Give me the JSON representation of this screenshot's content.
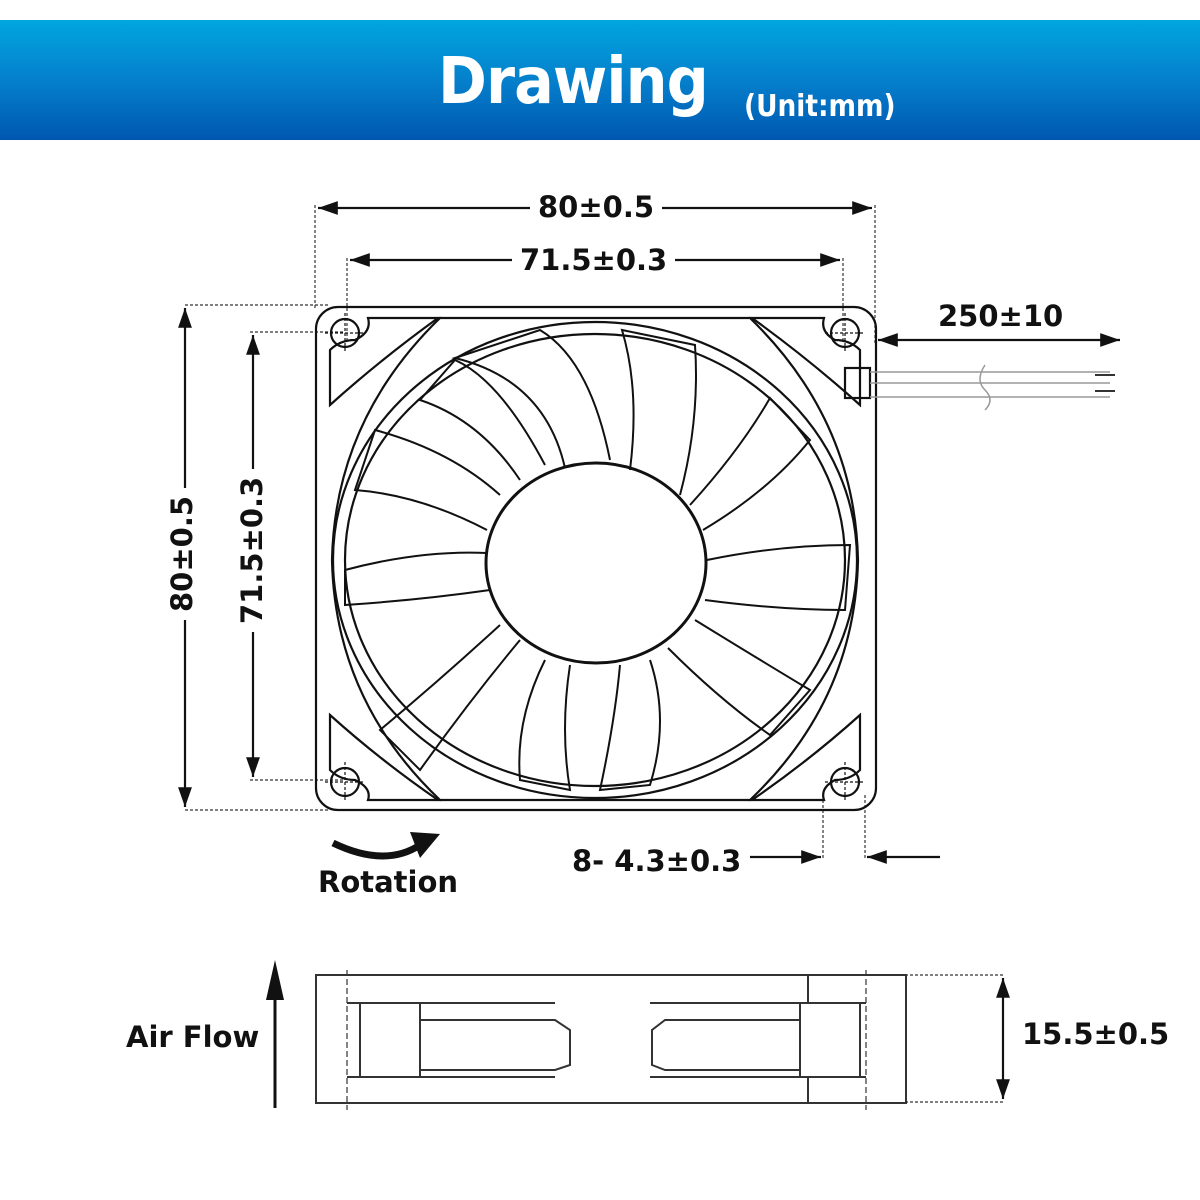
{
  "header": {
    "title": "Drawing",
    "unit": "(Unit:mm)",
    "gradient_colors": [
      "#00a6df",
      "#0057b0"
    ]
  },
  "front_view": {
    "dimensions": {
      "overall_width": "80±0.5",
      "hole_spacing_width": "71.5±0.3",
      "overall_height": "80±0.5",
      "hole_spacing_height": "71.5±0.3",
      "cable_length": "250±10",
      "mounting_holes": "8- 4.3±0.3"
    },
    "rotation_label": "Rotation",
    "blade_count": 11
  },
  "side_view": {
    "airflow_label": "Air Flow",
    "thickness": "15.5±0.5"
  }
}
